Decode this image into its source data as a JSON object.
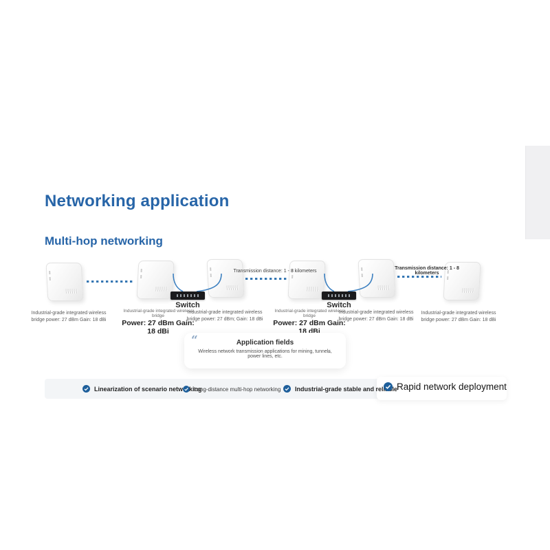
{
  "page": {
    "title": "Networking application",
    "subtitle": "Multi-hop networking"
  },
  "diagram": {
    "transmission_label_1": "Transmission distance: 1 - 8 kilometers",
    "transmission_label_2": "Transmission distance: 1 - 8 kilometers",
    "switch1_label": "Switch",
    "switch2_label": "Switch",
    "device_labels": [
      {
        "line1": "Industrial-grade integrated wireless",
        "line2": "bridge power: 27 dBm  Gain: 18 dBi"
      },
      {
        "small": "Industrial-grade integrated wireless bridge",
        "bold": "Power: 27 dBm  Gain: 18 dBi"
      },
      {
        "line1": "Industrial-grade integrated wireless",
        "line2": "bridge power: 27 dBm; Gain: 18 dBi"
      },
      {
        "small": "Industrial-grade integrated wireless bridge",
        "bold": "Power: 27 dBm  Gain: 18 dBi"
      },
      {
        "line1": "Industrial-grade integrated wireless",
        "line2": "bridge power: 27 dBm  Gain: 18 dBi"
      },
      {
        "line1": "Industrial-grade integrated wireless",
        "line2": "bridge power: 27 dBm  Gain: 18 dBi"
      }
    ]
  },
  "application_fields": {
    "quote_icon": "“",
    "title": "Application fields",
    "body": "Wireless network transmission applications for mining, tunnels, power lines, etc.",
    "end_mark": "”"
  },
  "features": [
    {
      "label": "Linearization of scenario networking"
    },
    {
      "label": "Long-distance multi-hop networking"
    },
    {
      "label": "Industrial-grade stable and reliable"
    },
    {
      "label": "Rapid network deployment"
    }
  ],
  "colors": {
    "heading_blue": "#2765a8",
    "link_dot_blue": "#3476b3",
    "icon_blue": "#1e5f9b",
    "bar_bg": "#f3f5f7"
  }
}
